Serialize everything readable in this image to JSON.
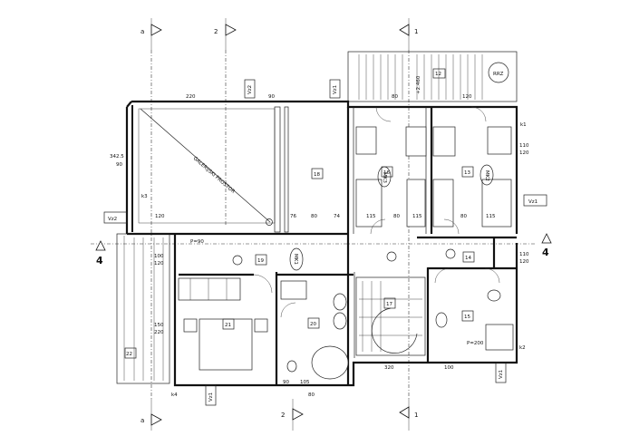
{
  "section_marks": {
    "a_top": "a",
    "two_top": "2",
    "one_top": "1",
    "a_bottom": "a",
    "two_bottom": "2",
    "one_bottom": "1",
    "four_left": "4",
    "four_right": "4"
  },
  "room_numbers": {
    "r12": "12",
    "r13": "13",
    "r14": "14",
    "r15": "15",
    "r16": "16",
    "r17": "17",
    "r18": "18",
    "r19": "19",
    "r20": "20",
    "r21": "21",
    "r22": "22"
  },
  "labels": {
    "gallery": "GALERIJSKI PROSTOR",
    "mk1": "MK1",
    "mk2": "MK2",
    "mk3": "MK3",
    "rrz": "RRZ",
    "k1": "k1",
    "k2": "k2",
    "k3": "k3",
    "k4": "k4",
    "p90": "P=90",
    "p200": "P=200"
  },
  "window_tags": {
    "vz1_right": "Vz1",
    "vz1_right2": "Vz1",
    "vz1_bottom": "Vz1",
    "vz2_left": "Vz2",
    "vz2_top": "Vz2",
    "vz1_top": "Vz1"
  },
  "dimensions": {
    "d_342": "342.5",
    "d_90a": "90",
    "d_120a": "120",
    "d_76": "76",
    "d_80a": "80",
    "d_74": "74",
    "d_115a": "115",
    "d_80b": "80",
    "d_115b": "115",
    "d_80c": "80",
    "d_115c": "115",
    "d_110a": "110",
    "d_120b": "120",
    "d_110b": "110",
    "d_120c": "120",
    "d_100a": "100",
    "d_120d": "120",
    "d_150": "150",
    "d_220": "220",
    "d_90b": "90",
    "d_105": "105",
    "d_80d": "80",
    "d_320": "320",
    "d_100b": "100",
    "d_220b": "220",
    "d_90c": "90",
    "d_80e": "80",
    "d_120e": "120",
    "d_2460": "+2.460"
  }
}
